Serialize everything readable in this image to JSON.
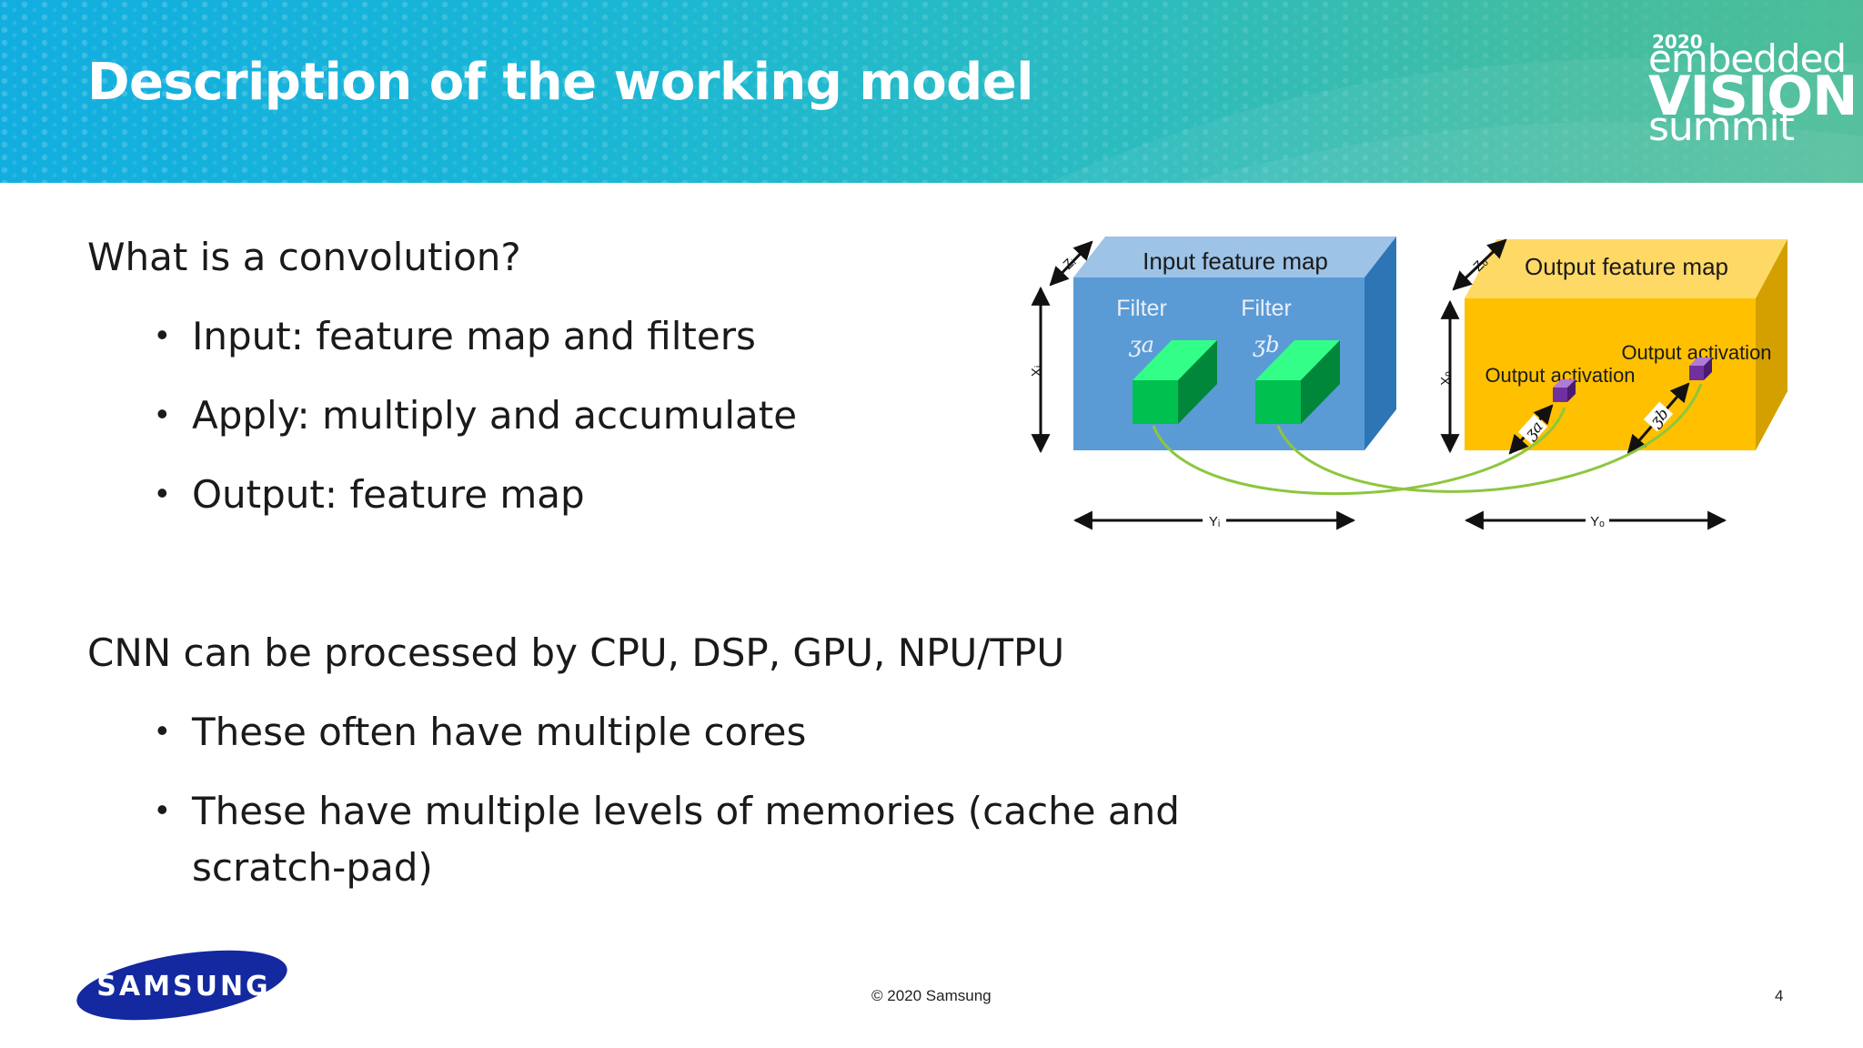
{
  "header": {
    "title": "Description of the working model",
    "logo": {
      "year": "2020",
      "line1": "embedded",
      "line2": "VISION",
      "line3": "summit"
    }
  },
  "body": {
    "section1": {
      "heading": "What is a convolution?",
      "bullets": [
        "Input: feature map and filters",
        "Apply: multiply and accumulate",
        "Output: feature map"
      ]
    },
    "section2": {
      "heading": "CNN can be processed by CPU, DSP, GPU, NPU/TPU",
      "bullets": [
        "These often have multiple cores",
        "These have multiple levels of memories (cache and",
        "scratch-pad)"
      ]
    }
  },
  "diagram": {
    "input_label": "Input feature map",
    "output_label": "Output feature map",
    "filter_label_1": "Filter",
    "filter_label_2": "Filter",
    "filter_sym_1": "ʒa",
    "filter_sym_2": "ʒb",
    "out_act_1": "Output activation",
    "out_act_2": "Output activation",
    "out_sym_1": "ʒa",
    "out_sym_2": "ʒb",
    "zi": "Zᵢ",
    "xi": "Xᵢ",
    "yi": "Yᵢ",
    "zo": "Zₒ",
    "xo": "Xₒ",
    "yo": "Yₒ",
    "colors": {
      "input_front": "#5b9bd5",
      "input_top": "#9dc3e6",
      "input_side": "#2e75b6",
      "output_front": "#ffc000",
      "output_top": "#ffd966",
      "output_side": "#d4a000",
      "filter": "#00cc55",
      "activation": "#7030a0",
      "curve": "#8dc63f"
    }
  },
  "footer": {
    "copyright": "© 2020 Samsung",
    "page": "4",
    "brand": "SAMSUNG"
  }
}
